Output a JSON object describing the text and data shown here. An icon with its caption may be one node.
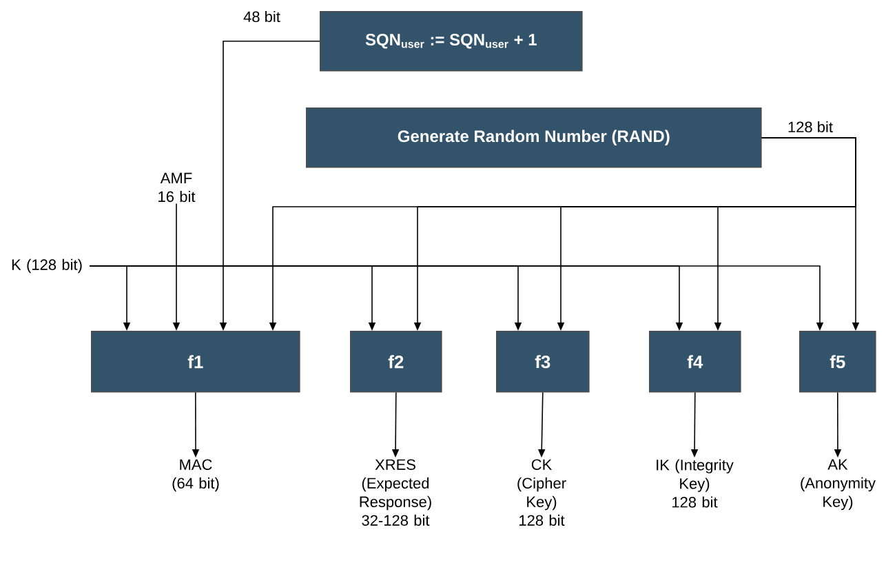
{
  "diagram": {
    "nodes": [
      {
        "text": [
          "SQN$_{user}$ := SQN$_{user}$ + 1"
        ]
      },
      {
        "text": [
          "Generate Random Number (RAND)"
        ]
      },
      {
        "text": [
          "K (128 bit)"
        ]
      },
      {
        "text": [
          "AMF 16 bit"
        ]
      },
      {
        "text": [
          "f1"
        ]
      },
      {
        "text": [
          "f2"
        ]
      },
      {
        "text": [
          "f3"
        ]
      },
      {
        "text": [
          "f4"
        ]
      },
      {
        "text": [
          "f5"
        ]
      },
      {
        "text": [
          "MAC (64 bit)"
        ]
      },
      {
        "text": [
          "XRES (Expected Response) 32-128 bit"
        ]
      },
      {
        "text": [
          "CK (Cipher Key) 128 bit"
        ]
      },
      {
        "text": [
          "IK (Integrity Key) 128 bit"
        ]
      },
      {
        "text": [
          "AK (Anonymity Key)"
        ]
      }
    ],
    "edges": [
      {
        "from": 2,
        "to": 4,
        "arrow": "to"
      },
      {
        "from": 2,
        "to": 5,
        "arrow": "to"
      },
      {
        "from": 2,
        "to": 6,
        "arrow": "to"
      },
      {
        "from": 2,
        "to": 7,
        "arrow": "to"
      },
      {
        "from": 2,
        "to": 8,
        "arrow": "to"
      },
      {
        "from": 3,
        "to": 4,
        "arrow": "to"
      },
      {
        "from": 0,
        "to": 4,
        "arrow": "to",
        "label": "48 bit"
      },
      {
        "from": 1,
        "to": 4,
        "arrow": "to"
      },
      {
        "from": 1,
        "to": 5,
        "arrow": "to"
      },
      {
        "from": 1,
        "to": 6,
        "arrow": "to"
      },
      {
        "from": 1,
        "to": 7,
        "arrow": "to"
      },
      {
        "from": 1,
        "to": 8,
        "arrow": "to",
        "label": "128 bit"
      },
      {
        "from": 4,
        "to": 9,
        "arrow": "to"
      },
      {
        "from": 5,
        "to": 10,
        "arrow": "to"
      },
      {
        "from": 6,
        "to": 11,
        "arrow": "to"
      },
      {
        "from": 7,
        "to": 12,
        "arrow": "to"
      },
      {
        "from": 8,
        "to": 13,
        "arrow": "to"
      }
    ]
  }
}
